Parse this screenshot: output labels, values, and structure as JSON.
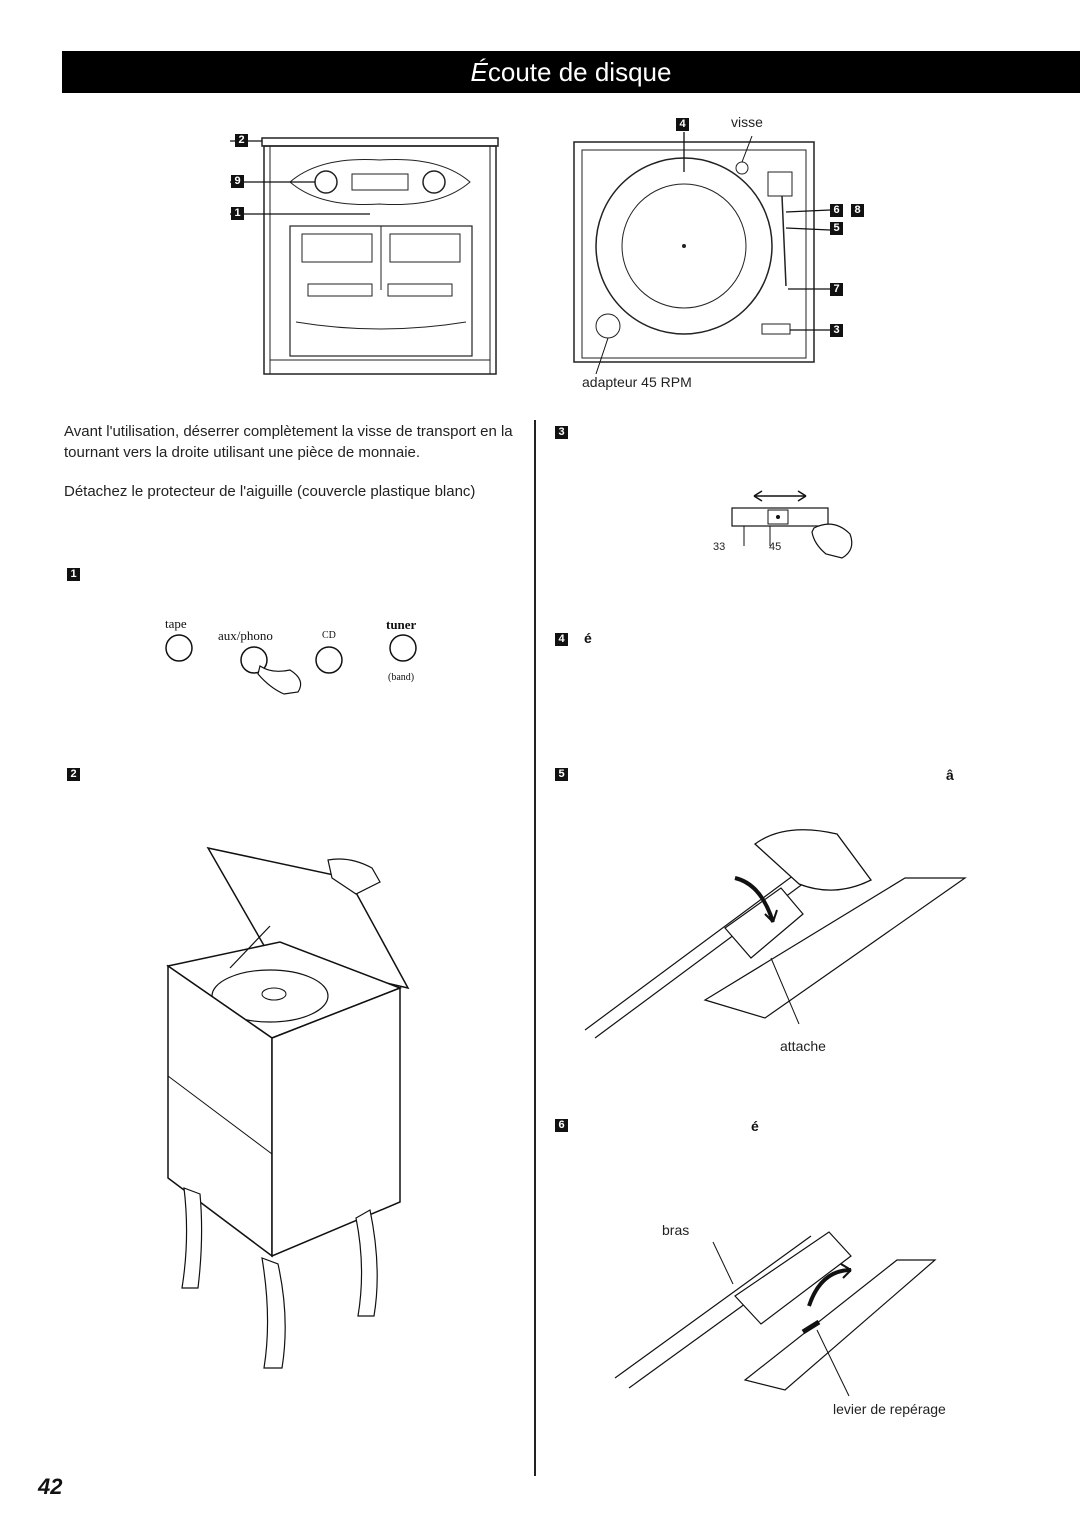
{
  "header": {
    "title_first": "É",
    "title_rest": "coute de disque"
  },
  "callouts": {
    "stereo_top": "2",
    "stereo_knob": "9",
    "stereo_mid": "1",
    "tt_platter": "4",
    "tt_arm_a": "6",
    "tt_arm_b": "8",
    "tt_arm_c": "5",
    "tt_head": "7",
    "tt_speed": "3"
  },
  "turntable_labels": {
    "screw": "visse",
    "adapter": "adapteur 45 RPM"
  },
  "left_text": {
    "p1": "Avant l'utilisation, déserrer complètement la visse de transport en la tournant vers la droite utilisant une pièce de monnaie.",
    "p2": "Détachez le protecteur de l'aiguille (couvercle plastique blanc)"
  },
  "steps": {
    "s1": "1",
    "s2": "2",
    "s3": "3",
    "s4": "4",
    "s5": "5",
    "s6": "6",
    "s4_glyph": "é",
    "s5_glyph": "â",
    "s6_glyph": "é"
  },
  "source_buttons": {
    "tape": "tape",
    "aux": "aux/phono",
    "cd": "CD",
    "tuner": "tuner",
    "band": "(band)"
  },
  "speed_switch": {
    "left": "33",
    "right": "45"
  },
  "arm_labels": {
    "clip": "attache",
    "arm": "bras",
    "cue": "levier de repérage"
  },
  "page_number": "42"
}
